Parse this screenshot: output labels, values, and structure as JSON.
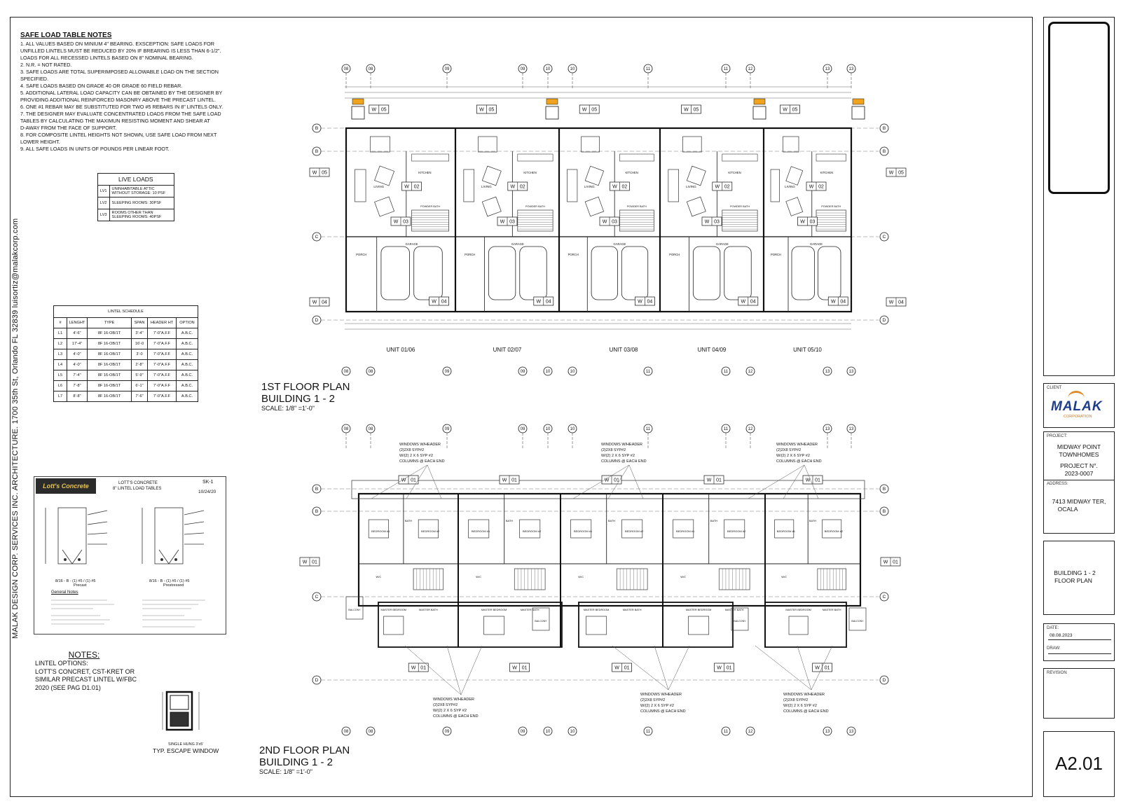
{
  "safe_load_notes": {
    "title": "SAFE LOAD TABLE NOTES",
    "lines": [
      "1. ALL VALUES BASED ON MINIUM 4\" BEARING. EXSCEPTION: SAFE LOADS FOR",
      "    UNFILLED LINTELS MUST BE REDUCED BY 20% IF BREARING IS LESS THAN 6-1/2\".",
      "    LOADS FOR ALL RECESSED LINTELS BASED ON 8\" NOMINAL BEARING.",
      "2. N.R. = NOT RATED.",
      "3. SAFE LOADS ARE TOTAL SUPERIMPOSED ALLOWABLE LOAD ON THE SECTION",
      "    SPECIFIED.",
      "4. SAFE LOADS BASED ON GRADE 40 OR GRADE 60 FIELD REBAR.",
      "5. ADDITIONAL LATERAL LOAD CAPACITY CAN BE OBTAINED BY THE DESIGNER BY",
      "    PROVIDING ADDITIONAL REINFORCED MASONRY ABOVE THE PRECAST LINTEL.",
      "6. ONE #1 REBAR MAY BE SUBSTITUTED FOR TWO #5 REBARS IN 8\" LINTELS ONLY.",
      "7. THE DESIGNER MAY EVALUATE CONCENTRATED LOADS FROM THE SAFE LOAD",
      "    TABLES BY CALCULATING THE MAXIMUN RESISTING MOMENT AND SHEAR AT",
      "    D-AWAY FROM THE FACE OF SUPPORT.",
      "8. FOR COMPOSITE LINTEL HEIGHTS NOT SHOWN, USE SAFE LOAD FROM NEXT",
      "    LOWER HEIGHT.",
      "9. ALL SAFE LOADS IN UNITS OF POUNDS PER LINEAR FOOT."
    ]
  },
  "live_loads": {
    "title": "LIVE LOADS",
    "rows": [
      {
        "code": "LV1",
        "desc": "UNINHABITABLE ATTIC WITHOUT STORAGE: 10 PSF"
      },
      {
        "code": "LV2",
        "desc": "SLEEPING ROOMS: 30PSF"
      },
      {
        "code": "LV3",
        "desc": "ROOMS OTHER THAN SLEEPING ROOMS: 40PSF"
      }
    ]
  },
  "lintel_schedule": {
    "title": "LINTEL SCHEDULE",
    "headers": [
      "#",
      "LENGHT",
      "TYPE",
      "SPAN",
      "HEADER HT",
      "OPTION"
    ],
    "rows": [
      [
        "L1",
        "4'-6\"",
        "8F 16-OB/1T",
        "3'-4\"",
        "7'-0\"A.F.F",
        "A.B.C."
      ],
      [
        "L2",
        "17'-4\"",
        "8F 16-OB/1T",
        "16'-0",
        "7'-0\"A.F.F",
        "A.B.C."
      ],
      [
        "L3",
        "4'-0\"",
        "8F 16-OB/1T",
        "3'-0",
        "7'-0\"A.F.F",
        "A.B.C."
      ],
      [
        "L4",
        "4'-0\"",
        "8F 16-OB/1T",
        "2'-8\"",
        "7'-0\"A.F.F",
        "A.B.C."
      ],
      [
        "L5",
        "7'-4\"",
        "8F 16-OB/1T",
        "5'-9\"",
        "7'-0\"A.F.F",
        "A.B.C."
      ],
      [
        "L6",
        "7'-8\"",
        "8F 16-OB/1T",
        "6'-1\"",
        "7'-0\"A.F.F",
        "A.B.C."
      ],
      [
        "L7",
        "8'-8\"",
        "8F 16-OB/1T",
        "7'-6\"",
        "7'-0\"A.F.F",
        "A.B.C."
      ]
    ]
  },
  "vertical_credit": "MALAK DESIGN CORP. SERVICES INC. ARCHITECTURE. 1700 35th St, Orlando FL 32839  luisortiz@malakcorp.com",
  "lotts": {
    "logo": "Lott's Concrete",
    "title1": "LOTT'S CONCRETE",
    "title2": "8\" LINTEL LOAD TABLES",
    "sheet": "SK-1",
    "date": "10/24/20",
    "label_left": "8/16 - B - (1) #5 / (1) #5",
    "type_left": "Precast",
    "label_right": "8/16 - B - (1) #5 / (1) #5",
    "type_right": "Prestressed",
    "general_notes": "General Notes"
  },
  "notes_block": {
    "title": "NOTES:",
    "lines": [
      "LINTEL OPTIONS:",
      "LOTT'S CONCRET, CST-KRET OR",
      "SIMILAR PRECAST LINTEL W/FBC",
      "2020 (SEE PAG D1.01)"
    ]
  },
  "escape_window": {
    "caption1": "SINGLE HUNG 3'x5'",
    "caption2": "TYP. ESCAPE WINDOW"
  },
  "floor1": {
    "title1": "1ST  FLOOR PLAN",
    "title2": "BUILDING 1 - 2",
    "scale": "SCALE: 1/8\" =1'-0\"",
    "units": [
      "UNIT 01/06",
      "UNIT 02/07",
      "UNIT 03/08",
      "UNIT 04/09",
      "UNIT 05/10"
    ],
    "window_tags": [
      "W",
      "05",
      "W",
      "02",
      "W",
      "03",
      "W",
      "04"
    ],
    "rooms": [
      "LIVING",
      "KITCHEN",
      "GARAGE",
      "PORCH",
      "POWDER BATH"
    ]
  },
  "floor2": {
    "title1": "2ND  FLOOR PLAN",
    "title2": "BUILDING 1 - 2",
    "scale": "SCALE:  1/8\" =1'-0\"",
    "header_note": [
      "WINDOWS W/HEADER",
      "(2)2X8 SYP#2",
      "W/(2) 2 X 6 SYP #2",
      "COLUMNS @ EACH END"
    ],
    "rooms": [
      "BEDROOM #1",
      "BEDROOM #2",
      "BATH",
      "W/C",
      "MASTER BEDROOM",
      "MASTER BATH",
      "BALCONY"
    ]
  },
  "grid": {
    "columns": [
      "08",
      "08",
      "09",
      "09",
      "10",
      "10",
      "11",
      "11",
      "12",
      "13",
      "13"
    ],
    "rows": [
      "B",
      "B",
      "C",
      "D"
    ]
  },
  "title_block": {
    "client_label": "CLIENT",
    "client_logo": "MALAK",
    "client_sub": "CORPORATION",
    "project_label": "PROJECT:",
    "project_name1": "MIDWAY POINT",
    "project_name2": "TOWNHOMES",
    "project_no_label": "PROJECT N°.",
    "project_no": "2023-0007",
    "address_label": "ADDRESS:",
    "address1": "7413 MIDWAY TER,",
    "address2": "OCALA",
    "sheet_desc1": "BUILDING 1 - 2",
    "sheet_desc2": "FLOOR PLAN",
    "date_label": "DATE:",
    "date": "08.08.2023",
    "draw_label": "DRAW:",
    "revision_label": "REVISION",
    "sheet_number": "A2.01"
  }
}
